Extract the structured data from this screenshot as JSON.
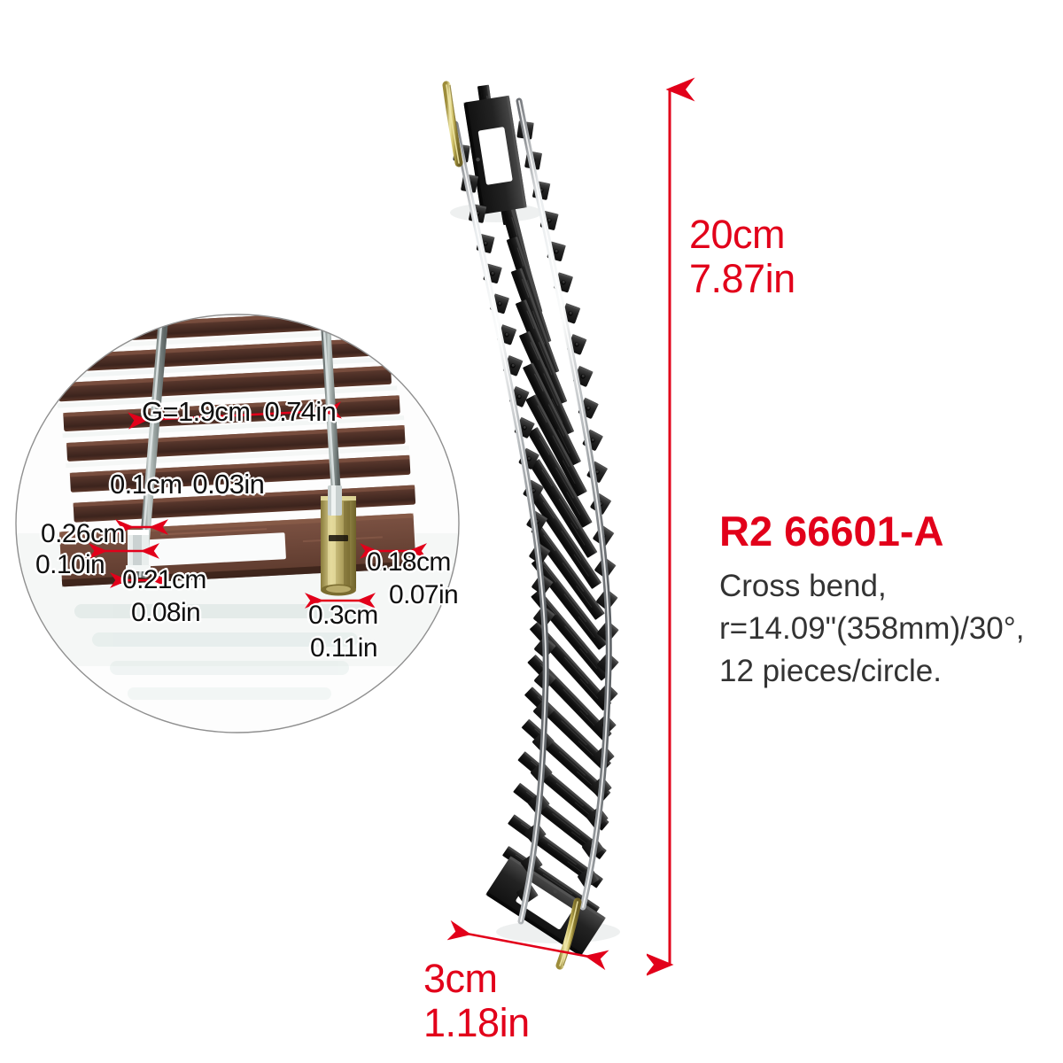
{
  "product": {
    "code": "R2 66601-A",
    "description_lines": [
      "Cross bend,",
      "r=14.09\"(358mm)/30°,",
      "12 pieces/circle."
    ],
    "accent_color": "#e2001a",
    "text_color": "#333333"
  },
  "dimensions": {
    "height": {
      "cm": "20cm",
      "inch": "7.87in"
    },
    "width": {
      "cm": "3cm",
      "inch": "1.18in"
    }
  },
  "detail_callout": {
    "gauge": {
      "cm": "G=1.9cm",
      "inch": "0.74in"
    },
    "rail_head": {
      "cm": "0.1cm",
      "inch": "0.03in"
    },
    "rail_height": {
      "cm": "0.26cm",
      "inch": "0.10in"
    },
    "base_width": {
      "cm": "0.21cm",
      "inch": "0.08in"
    },
    "joiner_height": {
      "cm": "0.18cm",
      "inch": "0.07in"
    },
    "joiner_width": {
      "cm": "0.3cm",
      "inch": "0.11in"
    }
  },
  "icons": {
    "dimension_arrow": "double-headed-arrow",
    "callout_circle": "magnifier-circle"
  }
}
